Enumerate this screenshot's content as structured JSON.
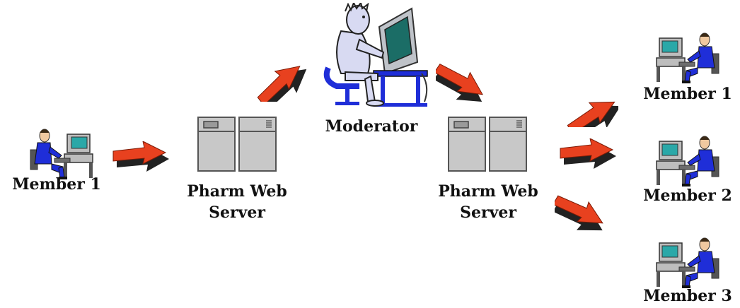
{
  "diagram": {
    "nodes": {
      "sender": {
        "label": "Member 1",
        "icon": "workstation-user-icon"
      },
      "server_in": {
        "label_line1": "Pharm Web",
        "label_line2": "Server",
        "icon": "server-cabinet-icon"
      },
      "moderator": {
        "label": "Moderator",
        "icon": "moderator-at-computer-icon"
      },
      "server_out": {
        "label_line1": "Pharm Web",
        "label_line2": "Server",
        "icon": "server-cabinet-icon"
      },
      "recipients": [
        {
          "label": "Member 1",
          "icon": "workstation-user-icon"
        },
        {
          "label": "Member 2",
          "icon": "workstation-user-icon"
        },
        {
          "label": "Member 3",
          "icon": "workstation-user-icon"
        }
      ]
    },
    "edges": [
      {
        "from": "sender",
        "to": "server_in"
      },
      {
        "from": "server_in",
        "to": "moderator"
      },
      {
        "from": "moderator",
        "to": "server_out"
      },
      {
        "from": "server_out",
        "to": "recipients.0"
      },
      {
        "from": "server_out",
        "to": "recipients.1"
      },
      {
        "from": "server_out",
        "to": "recipients.2"
      }
    ],
    "colors": {
      "arrow_fill": "#e8411f",
      "arrow_shadow": "#222222",
      "server_fill": "#c8c8c8",
      "user_blue": "#1f2ed8",
      "screen": "#2aa8a8"
    }
  }
}
